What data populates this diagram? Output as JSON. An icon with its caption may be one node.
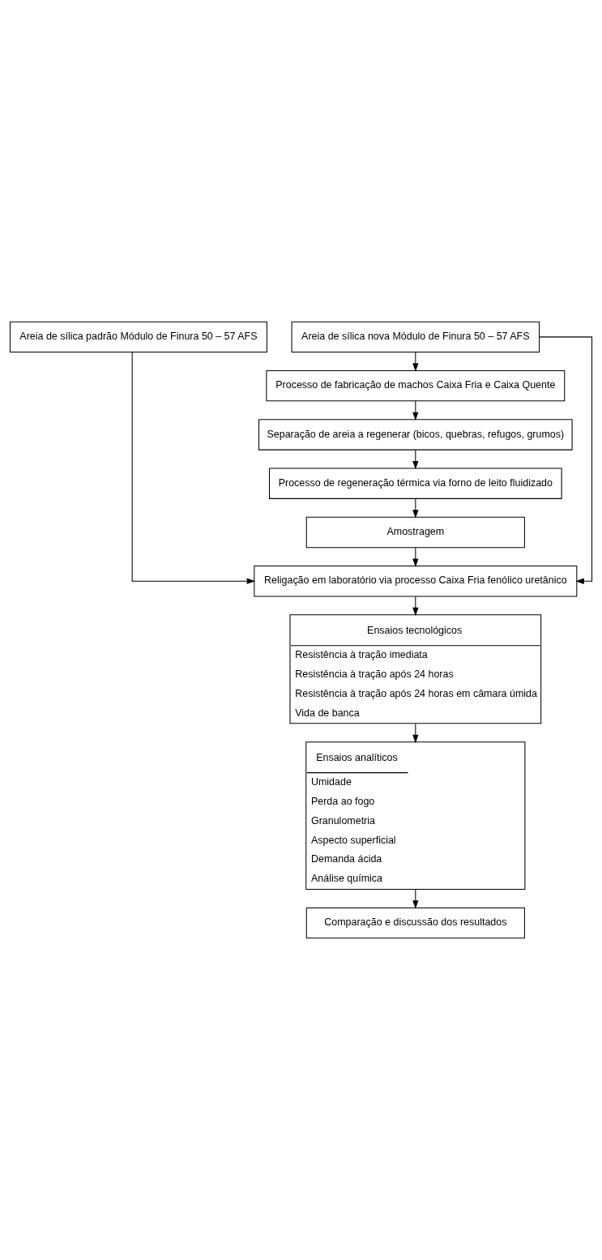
{
  "diagram": {
    "nodes": [
      {
        "text": [
          "Areia de sílica padrão Módulo de Finura 50 – 57 AFS"
        ]
      },
      {
        "text": [
          "Areia de sílica nova Módulo de Finura 50 – 57 AFS"
        ]
      },
      {
        "text": [
          "Processo de fabricação de machos Caixa Fria e Caixa Quente"
        ]
      },
      {
        "text": [
          "Separação de areia a regenerar (bicos, quebras, refugos, grumos)"
        ]
      },
      {
        "text": [
          "Processo de regeneração térmica via forno de leito fluidizado"
        ]
      },
      {
        "text": [
          "Amostragem"
        ]
      },
      {
        "text": [
          "Religação em laboratório via processo Caixa Fria fenólico uretânico"
        ]
      },
      {
        "text": [
          "Ensaios tecnológicos",
          "Resistência à tração imediata",
          "Resistência à tração após 24 horas",
          "Resistência à tração após 24 horas em câmara úmida",
          "Vida de banca"
        ]
      },
      {
        "text": [
          "Ensaios analíticos",
          "Umidade",
          "Perda ao fogo",
          "Granulometria",
          "Aspecto superficial",
          "Demanda ácida",
          "Análise química"
        ]
      },
      {
        "text": [
          "Comparação e discussão dos resultados"
        ]
      }
    ],
    "edges": [
      {
        "from": 0,
        "to": 6,
        "arrow": "to"
      },
      {
        "from": 1,
        "to": 6,
        "arrow": "to"
      },
      {
        "from": 1,
        "to": 2,
        "arrow": "to"
      },
      {
        "from": 2,
        "to": 3,
        "arrow": "to"
      },
      {
        "from": 3,
        "to": 4,
        "arrow": "to"
      },
      {
        "from": 4,
        "to": 5,
        "arrow": "to"
      },
      {
        "from": 5,
        "to": 6,
        "arrow": "to"
      },
      {
        "from": 6,
        "to": 7,
        "arrow": "to"
      },
      {
        "from": 7,
        "to": 8,
        "arrow": "to"
      },
      {
        "from": 8,
        "to": 9,
        "arrow": "to"
      }
    ]
  }
}
